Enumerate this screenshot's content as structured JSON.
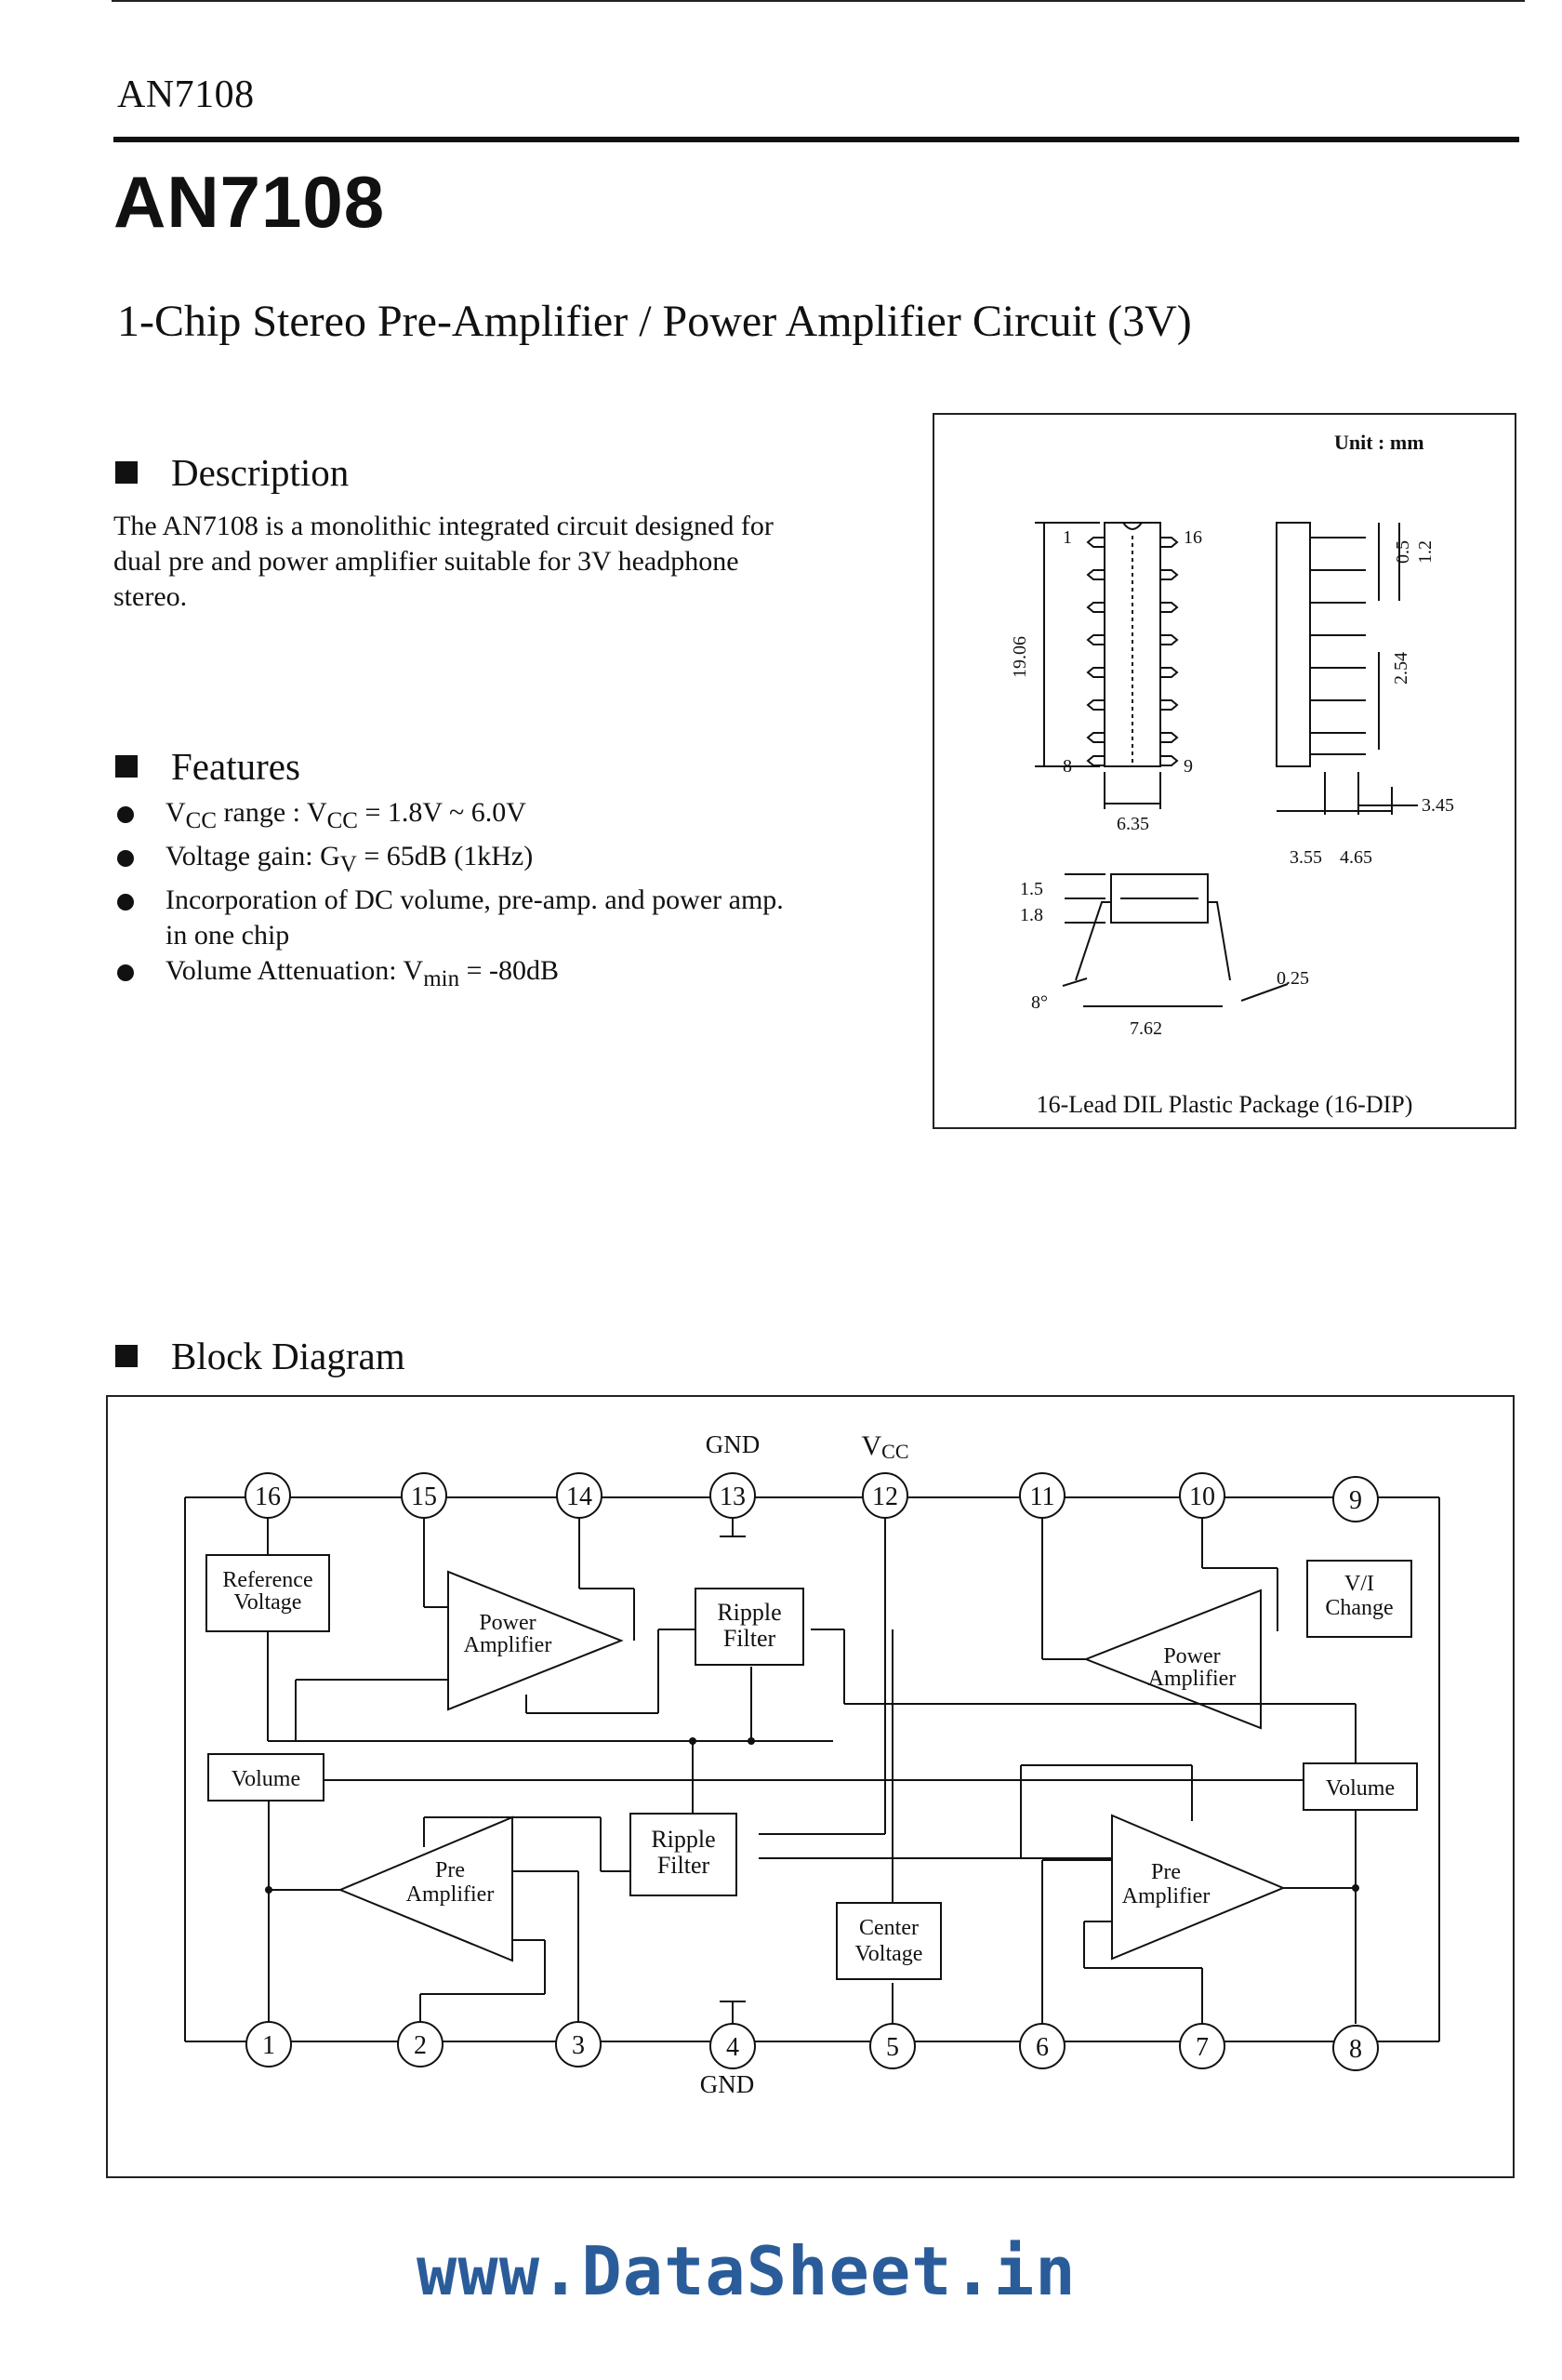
{
  "header": {
    "part_small": "AN7108",
    "part_title": "AN7108",
    "subtitle": "1-Chip Stereo Pre-Amplifier / Power Amplifier Circuit (3V)"
  },
  "description": {
    "heading": "Description",
    "lines": [
      "The AN7108 is a monolithic integrated circuit designed for",
      "dual pre and power amplifier suitable for 3V headphone",
      "stereo."
    ]
  },
  "features": {
    "heading": "Features",
    "items": [
      {
        "a": "V",
        "a_sub": "CC",
        "b": " range : V",
        "b_sub": "CC",
        "c": " = 1.8V ~ 6.0V"
      },
      {
        "a": "Voltage gain: G",
        "a_sub": "V",
        "b": " = 65dB (1kHz)",
        "b_sub": "",
        "c": ""
      },
      {
        "a": "Incorporation of DC volume, pre-amp. and power amp.",
        "a_sub": "",
        "b": "",
        "b_sub": "",
        "c": ""
      },
      {
        "a": "in one chip",
        "a_sub": "",
        "b": "",
        "b_sub": "",
        "c": ""
      },
      {
        "a": "Volume Attenuation: V",
        "a_sub": "min",
        "b": " = -80dB",
        "b_sub": "",
        "c": ""
      }
    ]
  },
  "package": {
    "unit": "Unit : mm",
    "caption": "16-Lead DIL Plastic Package (16-DIP)",
    "pin_first": "1",
    "pin_last": "16",
    "pin_8": "8",
    "pin_9": "9",
    "dims": {
      "length": "19.06",
      "width": "6.35",
      "d05": "0.5",
      "d12": "1.2",
      "pitch": "2.54",
      "d345": "3.45",
      "d355": "3.55",
      "d465": "4.65",
      "d15": "1.5",
      "d18": "1.8",
      "angle": "8°",
      "span": "7.62",
      "lead": "0.25"
    }
  },
  "block_diagram": {
    "heading": "Block Diagram",
    "gnd_top": "GND",
    "vcc_top": "V",
    "vcc_sub": "CC",
    "gnd_bottom": "GND",
    "top_pins": [
      "16",
      "15",
      "14",
      "13",
      "12",
      "11",
      "10",
      "9"
    ],
    "bottom_pins": [
      "1",
      "2",
      "3",
      "4",
      "5",
      "6",
      "7",
      "8"
    ],
    "blocks": {
      "ref_voltage": [
        "Reference",
        "Voltage"
      ],
      "power_amp_left": [
        "Power",
        "Amplifier"
      ],
      "ripple_top": [
        "Ripple",
        "Filter"
      ],
      "power_amp_right": [
        "Power",
        "Amplifier"
      ],
      "vi_change": [
        "V/I",
        "Change"
      ],
      "volume_left": "Volume",
      "volume_right": "Volume",
      "pre_amp_left": [
        "Pre",
        "Amplifier"
      ],
      "ripple_mid": [
        "Ripple",
        "Filter"
      ],
      "center_voltage": [
        "Center",
        "Voltage"
      ],
      "pre_amp_right": [
        "Pre",
        "Amplifier"
      ]
    }
  },
  "watermark": "www.DataSheet.in"
}
